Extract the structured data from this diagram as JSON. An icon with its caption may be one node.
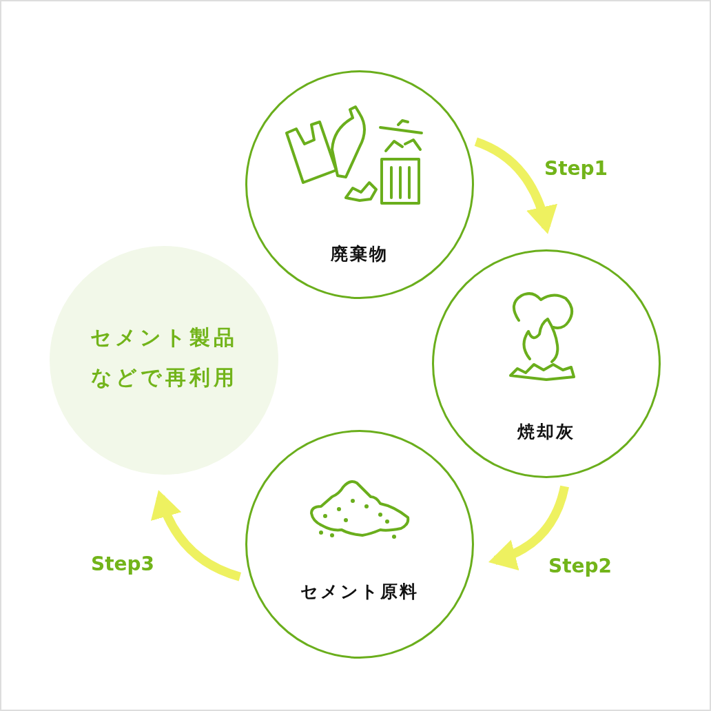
{
  "diagram": {
    "nodes": [
      {
        "text": [
          "廃棄物"
        ]
      },
      {
        "text": [
          "焼却灰"
        ]
      },
      {
        "text": [
          "セメント原料"
        ]
      },
      {
        "text": [
          "セメント製品などで再利用"
        ]
      }
    ],
    "edges": [
      {
        "from": 0,
        "to": 1,
        "arrow": "to",
        "label": "Step1"
      },
      {
        "from": 1,
        "to": 2,
        "arrow": "to",
        "label": "Step2"
      },
      {
        "from": 2,
        "to": 3,
        "arrow": "to",
        "label": "Step3"
      }
    ]
  }
}
